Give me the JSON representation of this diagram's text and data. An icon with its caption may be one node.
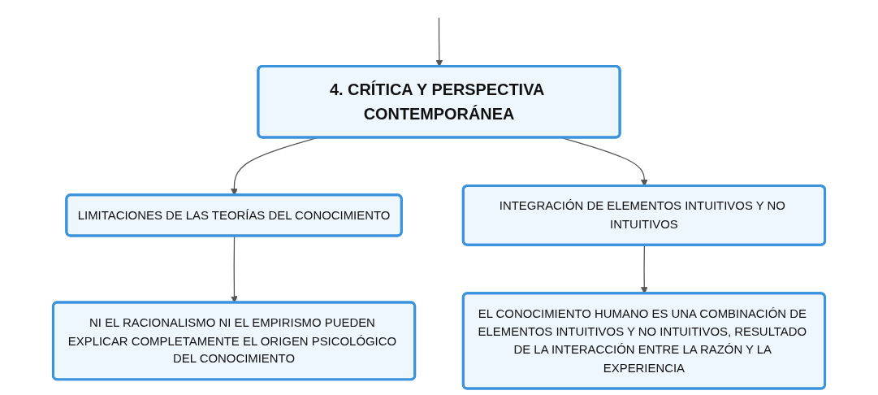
{
  "diagram": {
    "nodes": [
      {
        "text": [
          "4. CRÍTICA Y PERSPECTIVA CONTEMPORÁNEA"
        ]
      },
      {
        "text": [
          "LIMITACIONES DE LAS TEORÍAS DEL CONOCIMIENTO"
        ]
      },
      {
        "text": [
          "INTEGRACIÓN DE ELEMENTOS INTUITIVOS Y NO INTUITIVOS"
        ]
      },
      {
        "text": [
          "NI EL RACIONALISMO NI EL EMPIRISMO PUEDEN EXPLICAR COMPLETAMENTE EL ORIGEN PSICOLÓGICO DEL CONOCIMIENTO"
        ]
      },
      {
        "text": [
          "EL CONOCIMIENTO HUMANO ES UNA COMBINACIÓN DE ELEMENTOS INTUITIVOS Y NO INTUITIVOS, RESULTADO DE LA INTERACCIÓN ENTRE LA RAZÓN Y LA EXPERIENCIA"
        ]
      }
    ],
    "edges": [
      {
        "from": null,
        "to": 0,
        "arrow": "to"
      },
      {
        "from": 0,
        "to": 1,
        "arrow": "to"
      },
      {
        "from": 0,
        "to": 2,
        "arrow": "to"
      },
      {
        "from": 1,
        "to": 3,
        "arrow": "to"
      },
      {
        "from": 2,
        "to": 4,
        "arrow": "to"
      }
    ]
  }
}
